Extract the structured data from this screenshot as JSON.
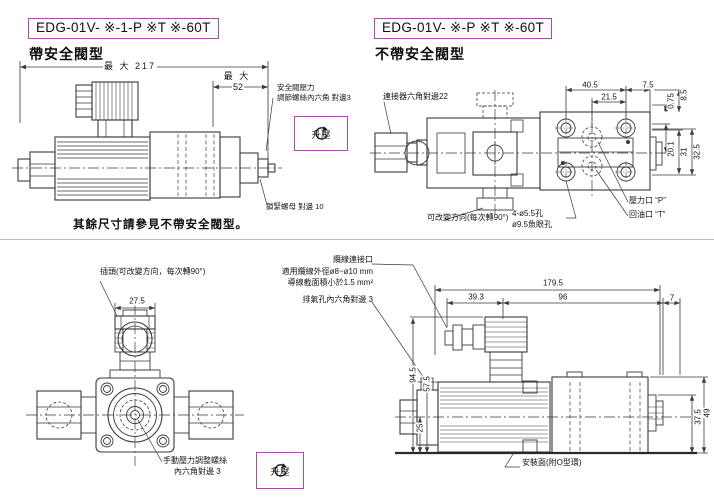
{
  "page": {
    "bg": "#ffffff",
    "accent_color": "#a24fa2",
    "line_color": "#3a3a3a"
  },
  "top_left": {
    "model_code": "EDG-01V- ※-1-P ※T ※-60T",
    "type_label": "帶安全閥型",
    "dim_overall": "最 大 217",
    "dim_sub_prefix": "最  大",
    "dim_sub_value": "52",
    "ann_relief_line1": "安全閥壓力",
    "ann_relief_line2": "調節螺絲內六角 對邊3",
    "ann_locknut": "鎖緊螺母 對邊 10",
    "rise_label": "升壓",
    "note": "其餘尺寸請參見不帶安全閥型。"
  },
  "top_right": {
    "model_code": "EDG-01V- ※-P ※T ※-60T",
    "type_label": "不帶安全閥型",
    "ann_connector": "連接器六角對邊22",
    "ann_rotate": "可改變方向(每次轉90°)",
    "ann_holes_line1": "4-ø5.5孔",
    "ann_holes_line2": "ø9.5魚眼孔",
    "ann_port_p": "壓力口 “P”",
    "ann_port_t": "回油口 “T”",
    "dim_40_5": "40.5",
    "dim_21_5": "21.5",
    "dim_7_5": "7.5",
    "dim_0_75": "0.75",
    "dim_8_5": "8.5",
    "dim_20_1": "20.1",
    "dim_31": "31",
    "dim_32_5": "32.5"
  },
  "bottom_left": {
    "ann_plug": "插頭(可改變方向，每次轉90°)",
    "dim_27_5": "27.5",
    "ann_manual_line1": "手動壓力調整螺絲",
    "ann_manual_line2": "內六角對邊 3",
    "rise_label": "升壓"
  },
  "bottom_right": {
    "ann_cable_port": "纜線連接口",
    "ann_cable_od": "適用纜線外徑ø8~ø10 mm",
    "ann_cable_area": "導線截面積小於1.5 mm²",
    "ann_bleed": "排氣孔內六角對邊 3",
    "ann_mount": "安裝面(附O型環)",
    "dim_179_5": "179.5",
    "dim_39_3": "39.3",
    "dim_96": "96",
    "dim_7": "7",
    "dim_94_5": "94.5",
    "dim_57_5": "57.5",
    "dim_25": "25",
    "dim_37_5": "37.5",
    "dim_49": "49"
  }
}
